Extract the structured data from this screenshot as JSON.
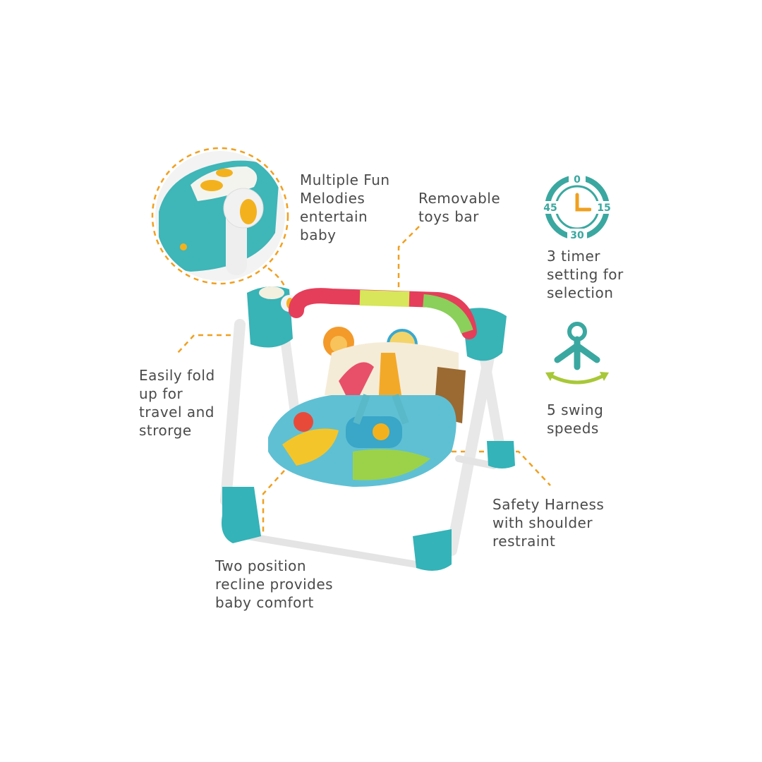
{
  "callouts": {
    "melodies": "Multiple Fun\nMelodies\nentertain\nbaby",
    "toys_bar": "Removable\ntoys bar",
    "fold": "Easily fold\nup for\ntravel and\nstrorge",
    "recline": "Two position\nrecline provides\nbaby comfort",
    "harness": "Safety Harness\nwith shoulder\nrestraint",
    "timer": "3 timer\nsetting for\nselection",
    "swing": "5 swing\nspeeds"
  },
  "timer_icon": {
    "marks": [
      "0",
      "15",
      "30",
      "45"
    ]
  },
  "colors": {
    "teal": "#3aa8a0",
    "orange": "#f0a020",
    "green": "#a8c838",
    "text": "#4a4a4a"
  },
  "icons": [
    "timer-icon",
    "swing-speed-icon"
  ]
}
